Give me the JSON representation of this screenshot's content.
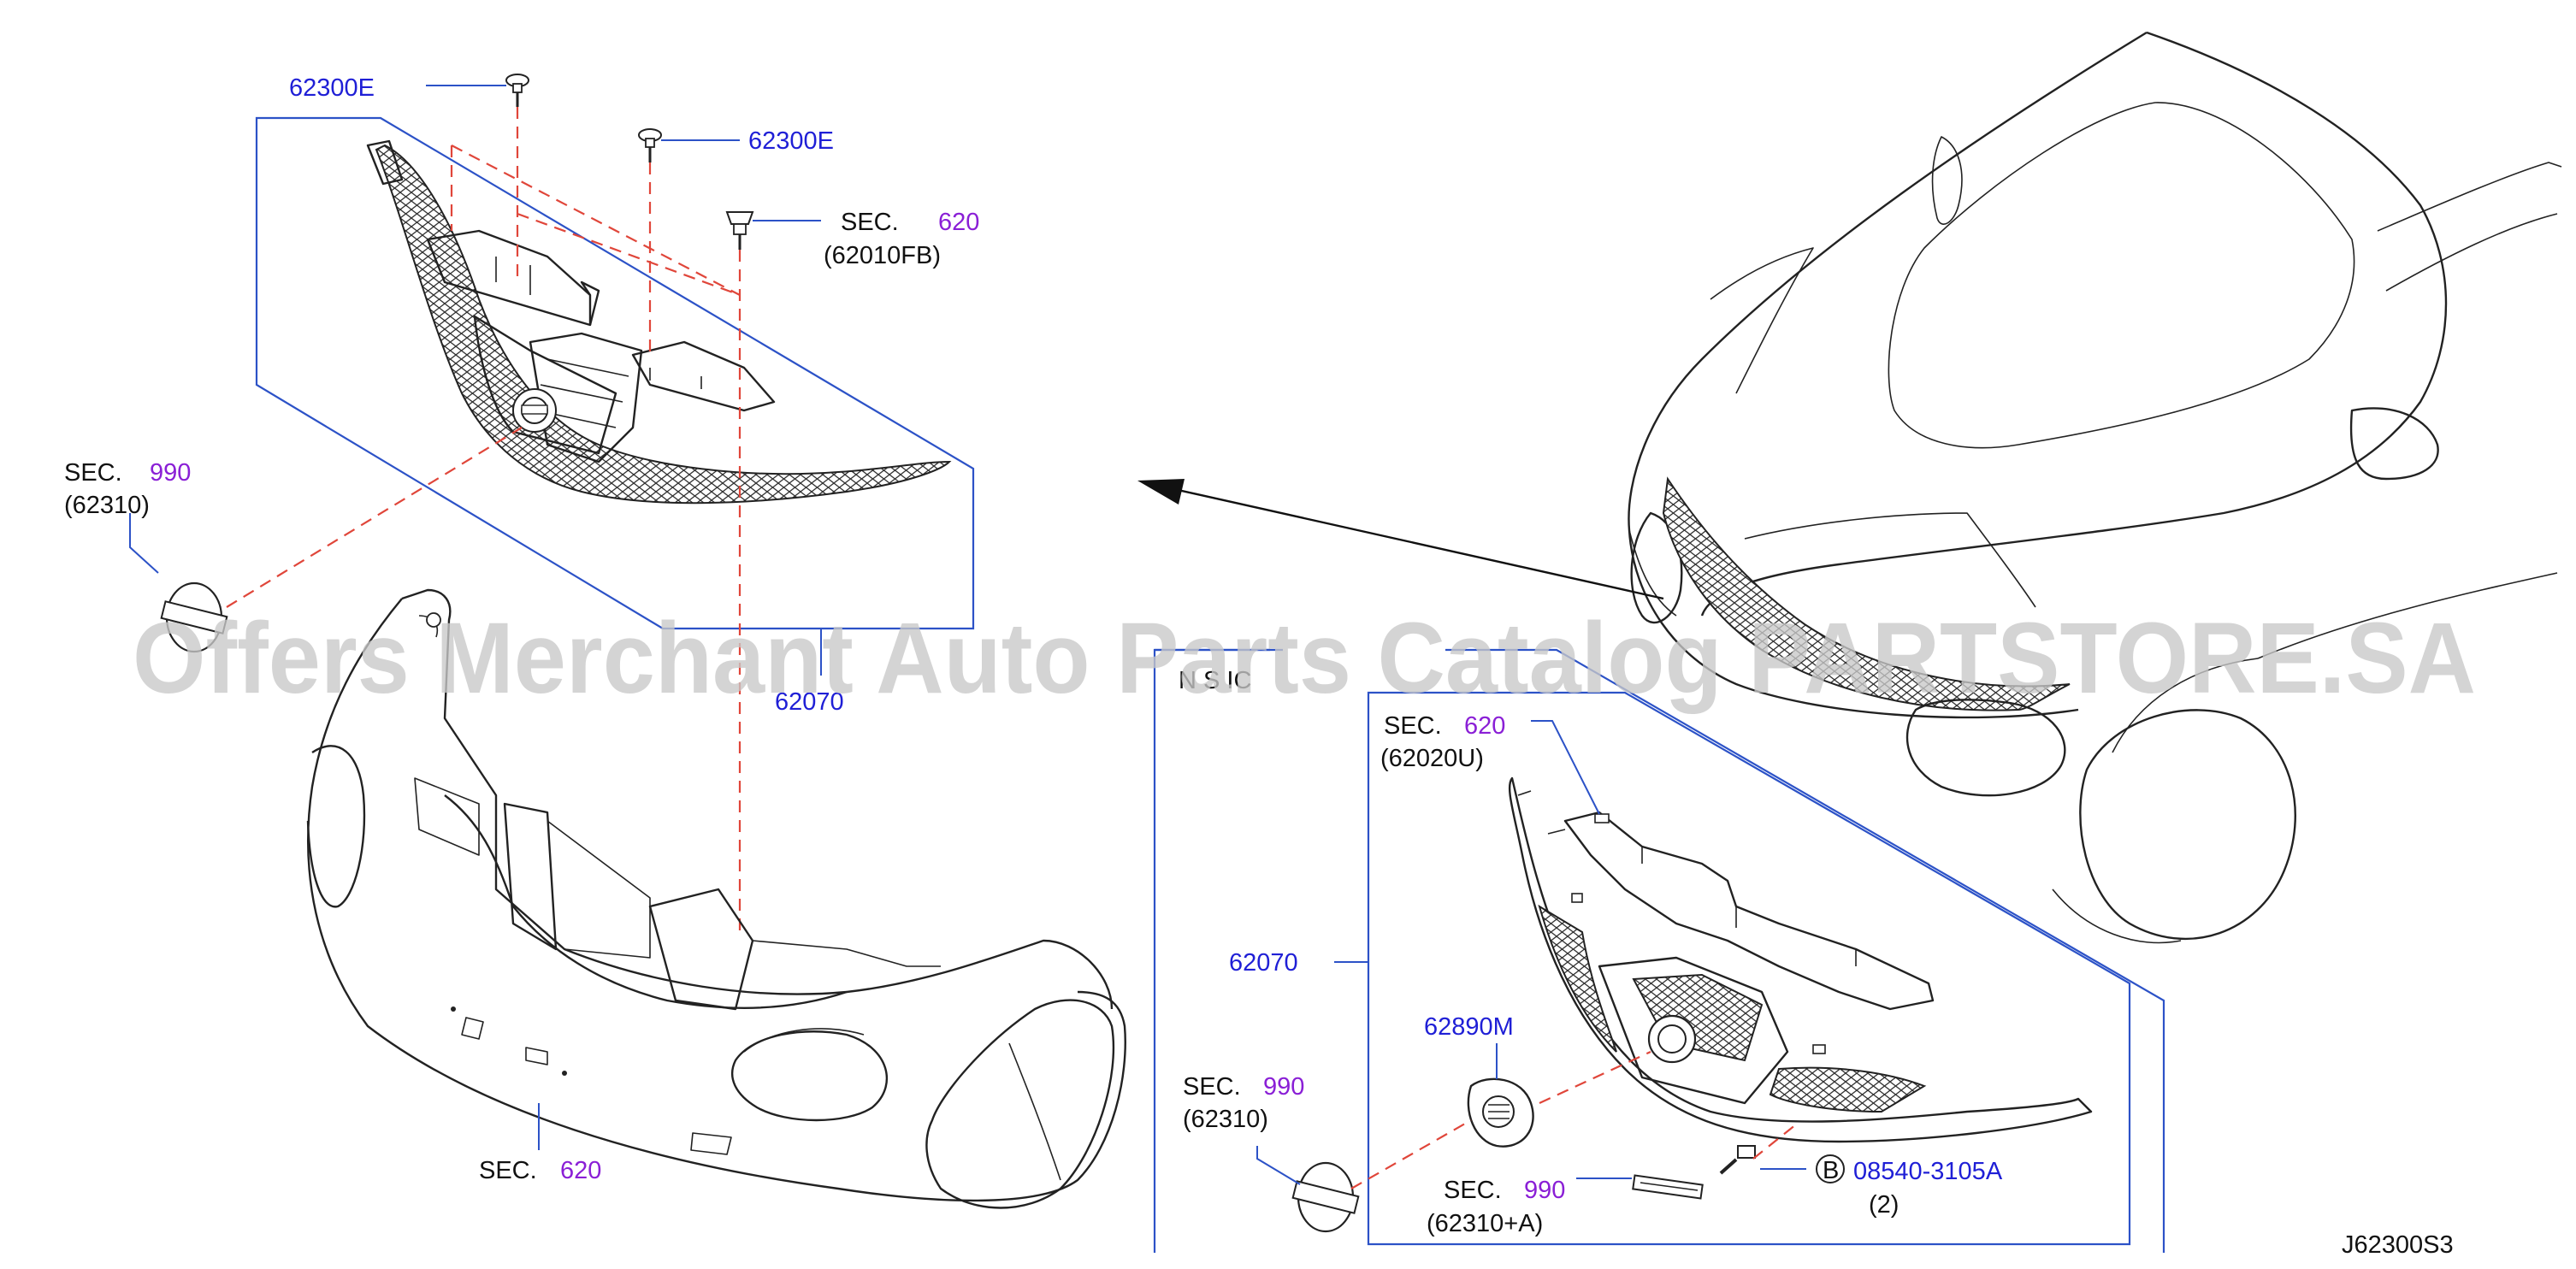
{
  "labels": {
    "clip_top_left": "62300E",
    "clip_top_mid": "62300E",
    "sec_620_a_prefix": "SEC.",
    "sec_620_a_num": "620",
    "sec_620_a_part": "(62010FB)",
    "sec_990_left_prefix": "SEC.",
    "sec_990_left_num": "990",
    "sec_990_left_part": "(62310)",
    "grille_left_part": "62070",
    "sec_620_bottom_prefix": "SEC.",
    "sec_620_bottom_num": "620",
    "nismo_label": "N S IC",
    "sec_620_b_prefix": "SEC.",
    "sec_620_b_num": "620",
    "sec_620_b_part": "(62020U)",
    "grille_right_part": "62070",
    "emblem_part": "62890M",
    "sec_990_right_prefix": "SEC.",
    "sec_990_right_num": "990",
    "sec_990_right_part": "(62310)",
    "sec_990_bottom_prefix": "SEC.",
    "sec_990_bottom_num": "990",
    "sec_990_bottom_part": "(62310+A)",
    "bolt_circle": "B",
    "bolt_part": "08540-3105A",
    "bolt_qty": "(2)",
    "diagram_id": "J62300S3"
  },
  "watermark": "Offers Merchant Auto Parts Catalog PARTSTORE.SA",
  "colors": {
    "part_number": "#1f1fd6",
    "section_number": "#8a1fd6",
    "leader_line": "#2c52c7",
    "dashed_line": "#e0463a",
    "watermark": "#c9c9c9"
  },
  "icons": {
    "bolt_marker": "circle-b-icon"
  }
}
